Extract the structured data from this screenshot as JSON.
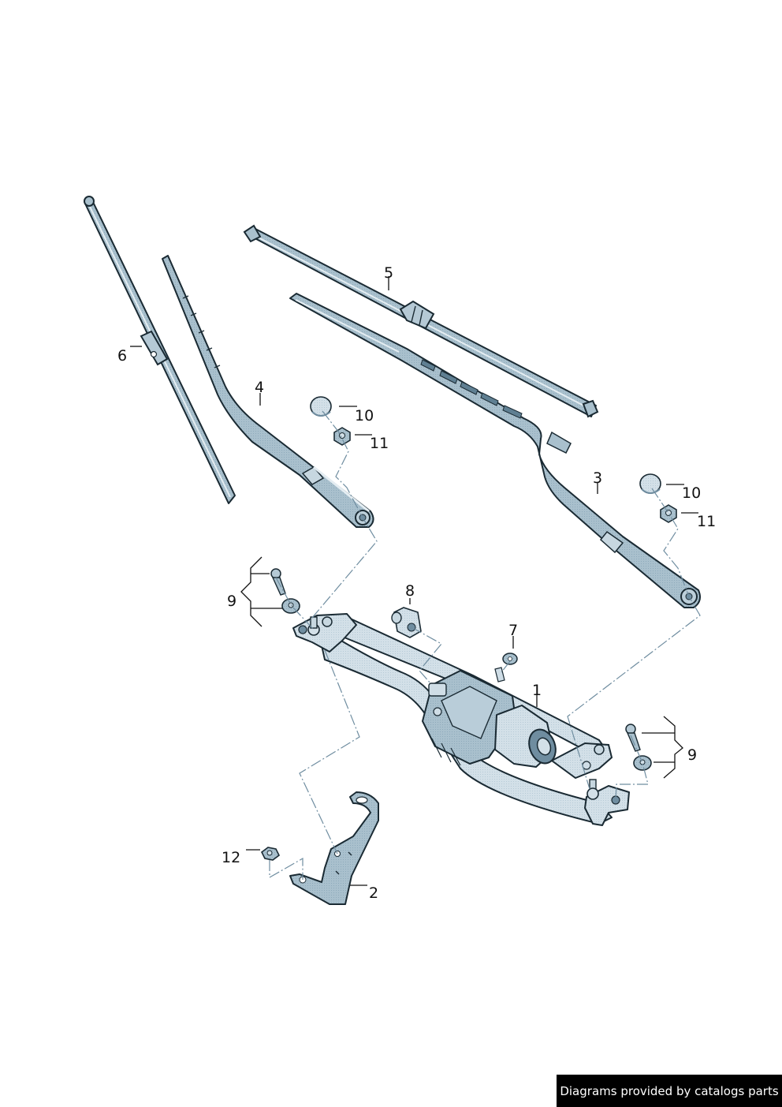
{
  "diagram": {
    "title": "Windscreen wiper system exploded view",
    "colors": {
      "part_fill": "#9fb8c6",
      "part_light": "#cfdde6",
      "part_dark": "#5f7f92",
      "outline": "#1a2a33",
      "dash_line": "#6f8da0",
      "leader": "#111111"
    },
    "parts": [
      {
        "id": "1",
        "label": "1",
        "name": "Wiper linkage with motor"
      },
      {
        "id": "2",
        "label": "2",
        "name": "Bracket"
      },
      {
        "id": "3",
        "label": "3",
        "name": "Wiper arm (passenger side)"
      },
      {
        "id": "4",
        "label": "4",
        "name": "Wiper arm (driver side)"
      },
      {
        "id": "5",
        "label": "5",
        "name": "Wiper blade"
      },
      {
        "id": "6",
        "label": "6",
        "name": "Wiper blade"
      },
      {
        "id": "7",
        "label": "7",
        "name": "Grommet"
      },
      {
        "id": "8",
        "label": "8",
        "name": "Connector"
      },
      {
        "id": "9a",
        "label": "9",
        "name": "Bolt and bushing set (left)"
      },
      {
        "id": "9b",
        "label": "9",
        "name": "Bolt and bushing set (right)"
      },
      {
        "id": "10a",
        "label": "10",
        "name": "Cap (left)"
      },
      {
        "id": "10b",
        "label": "10",
        "name": "Cap (right)"
      },
      {
        "id": "11a",
        "label": "11",
        "name": "Nut (left)"
      },
      {
        "id": "11b",
        "label": "11",
        "name": "Nut (right)"
      },
      {
        "id": "12",
        "label": "12",
        "name": "Nut"
      }
    ]
  },
  "callouts": {
    "c1": "1",
    "c2": "2",
    "c3": "3",
    "c4": "4",
    "c5": "5",
    "c6": "6",
    "c7": "7",
    "c8": "8",
    "c9_left": "9",
    "c9_right": "9",
    "c10_left": "10",
    "c10_right": "10",
    "c11_left": "11",
    "c11_right": "11",
    "c12": "12"
  },
  "footer": {
    "text": "Diagrams provided by catalogs parts"
  }
}
